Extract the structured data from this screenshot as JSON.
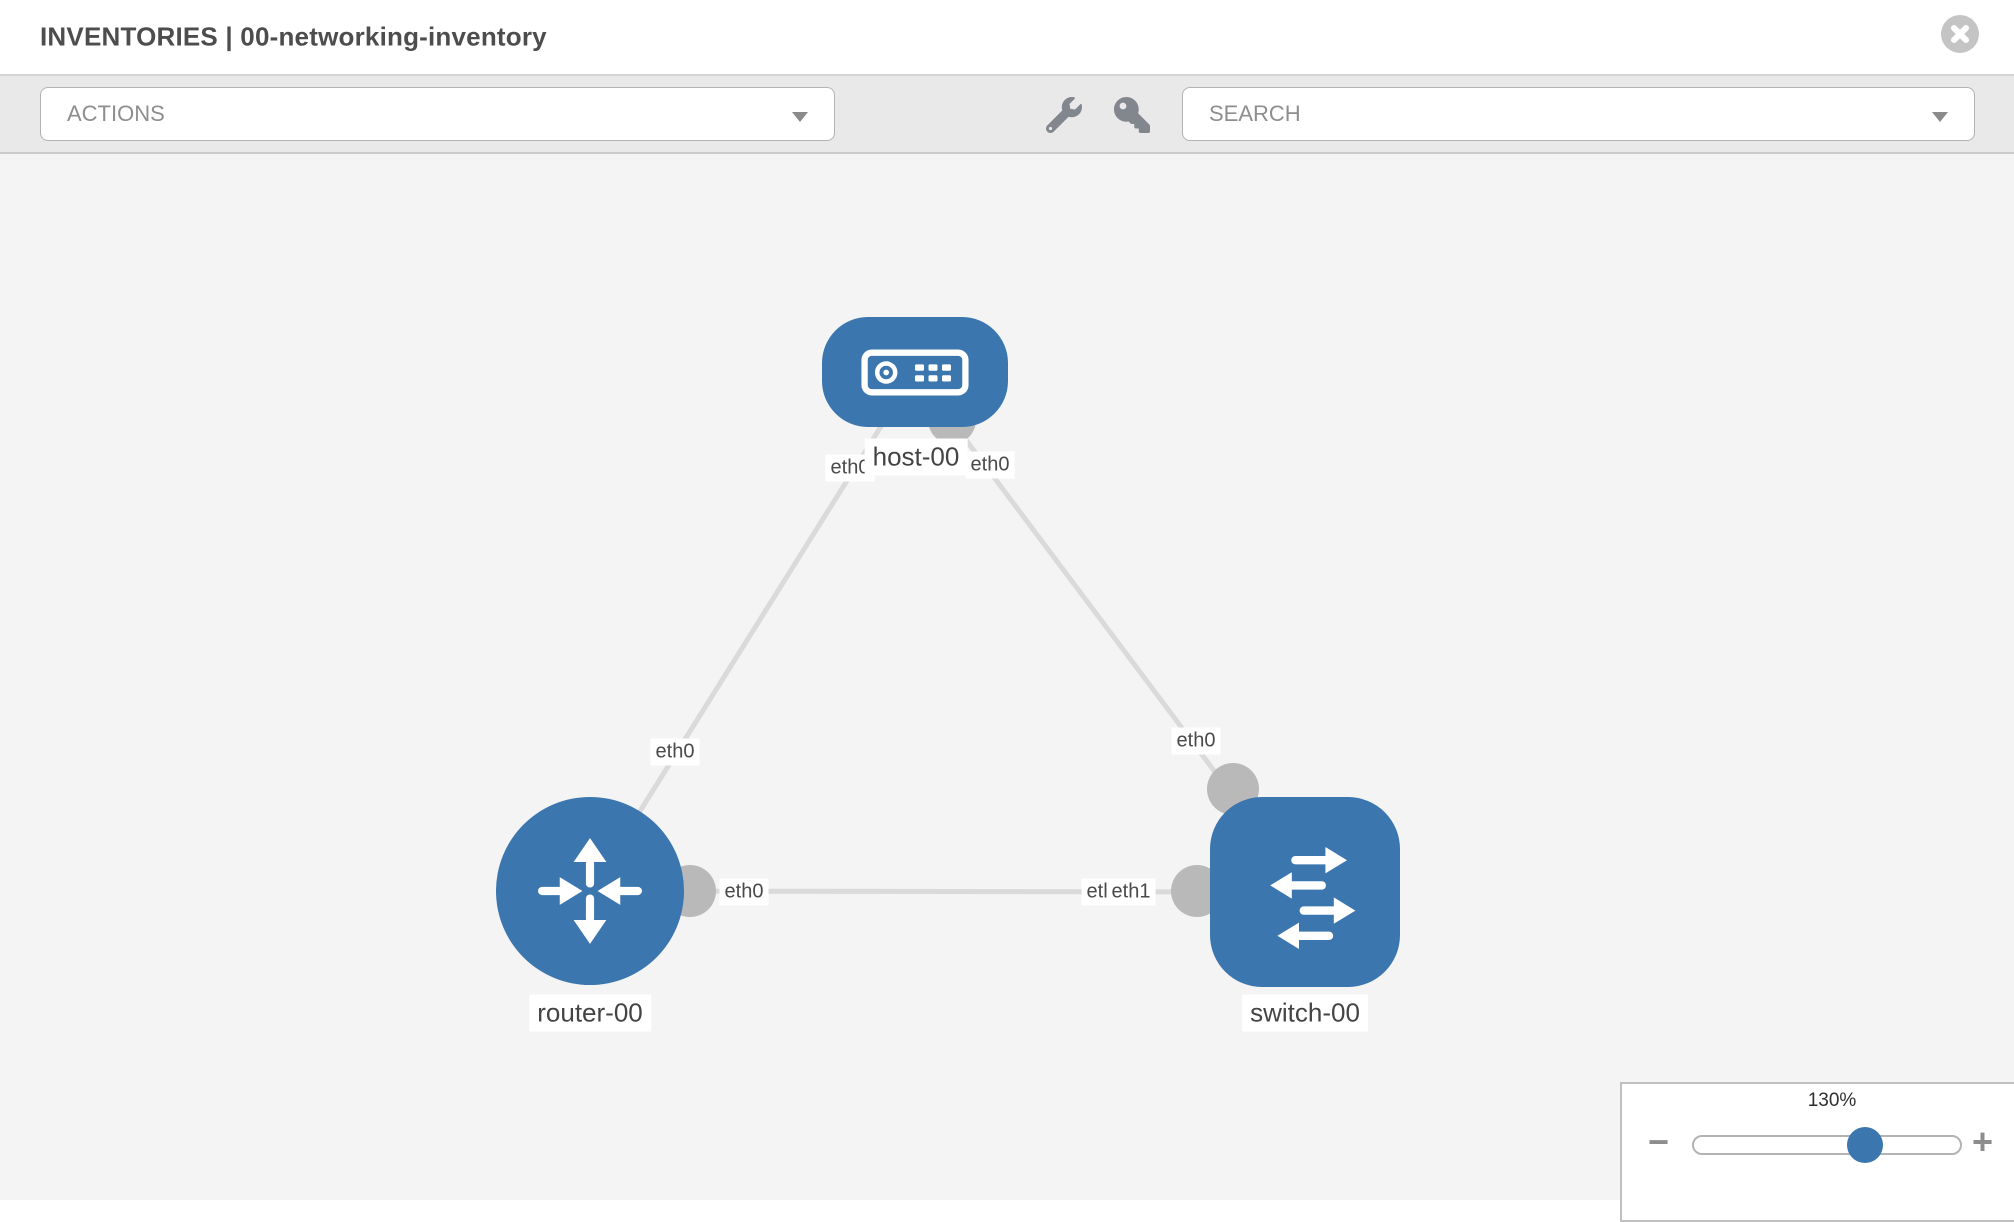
{
  "header": {
    "title": "INVENTORIES | 00-networking-inventory"
  },
  "toolbar": {
    "actions_label": "ACTIONS",
    "search_label": "SEARCH",
    "icons": [
      "wrench-icon",
      "key-icon"
    ]
  },
  "topology": {
    "nodes": [
      {
        "id": "host-00",
        "label": "host-00",
        "type": "host"
      },
      {
        "id": "router-00",
        "label": "router-00",
        "type": "router"
      },
      {
        "id": "switch-00",
        "label": "switch-00",
        "type": "switch"
      }
    ],
    "links": [
      {
        "source": "host-00",
        "source_iface": "eth0",
        "target": "router-00",
        "target_iface": "eth0"
      },
      {
        "source": "host-00",
        "source_iface": "eth0",
        "target": "switch-00",
        "target_iface": "eth0"
      },
      {
        "source": "router-00",
        "source_iface": "eth0",
        "target": "switch-00",
        "target_iface": "eth1",
        "visible_overlap_text_near_switch": "etleth1"
      }
    ],
    "iface_labels": {
      "host_router_near_host": "eth0",
      "host_switch_near_host": "eth0",
      "host_router_near_router": "eth0",
      "host_switch_near_switch": "eth0",
      "router_switch_near_router": "eth0",
      "router_switch_near_switch_under": "eth0",
      "router_switch_near_switch_top": "eth1"
    }
  },
  "zoom_control": {
    "level": "130%",
    "minus": "−",
    "plus": "+"
  },
  "colors": {
    "node_blue": "#3b76af",
    "link_gray": "#dadada",
    "dot_gray": "#b9b9b9",
    "canvas_bg": "#f4f4f4",
    "toolbar_bg": "#e9e9e9"
  }
}
